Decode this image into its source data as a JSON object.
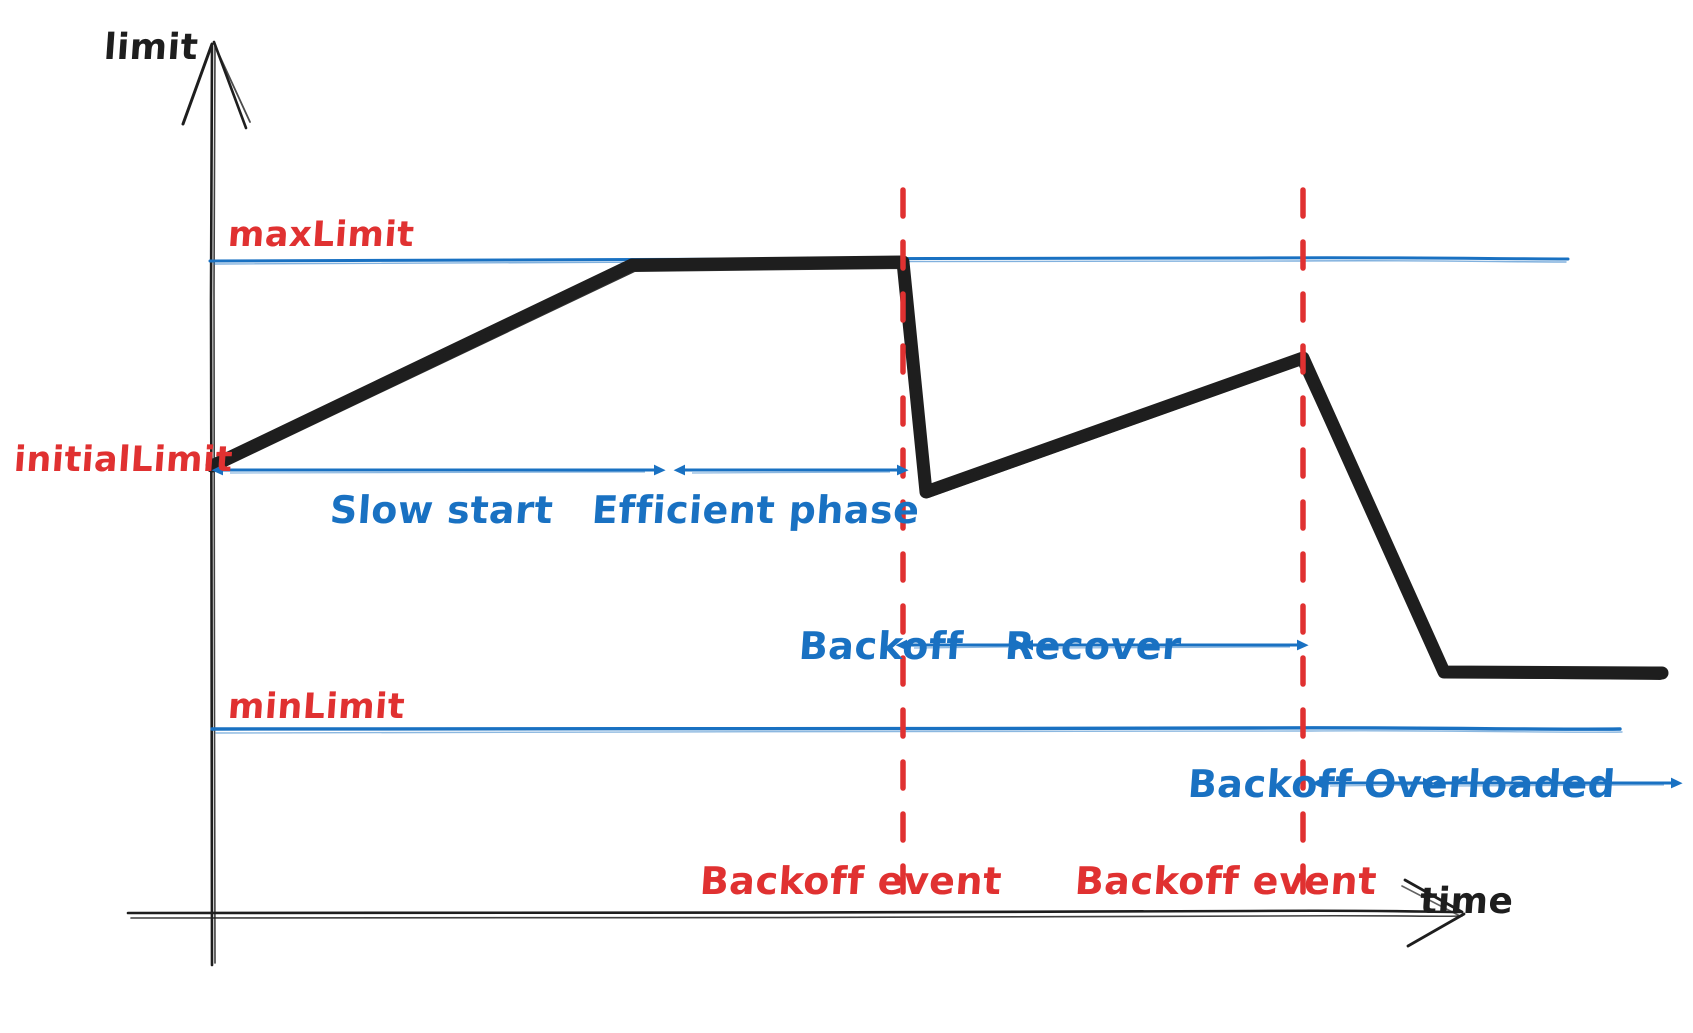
{
  "diagram": {
    "title": "Adaptive concurrency limit over time",
    "style": "hand-drawn",
    "background_color": "#ffffff",
    "colors": {
      "curve": "#1e1e1e",
      "axis": "#1e1e1e",
      "limit_line": "#1971c2",
      "annotation_arrow": "#1971c2",
      "annotation_text": "#1971c2",
      "event_marker": "#e03131",
      "event_text": "#e03131"
    }
  },
  "axes": {
    "y_axis_label": "limit",
    "x_axis_label": "time"
  },
  "reference_lines": [
    {
      "id": "max-limit",
      "label": "maxLimit",
      "color": "#1971c2",
      "label_color": "#e03131"
    },
    {
      "id": "min-limit",
      "label": "minLimit",
      "color": "#1971c2",
      "label_color": "#e03131"
    }
  ],
  "point_labels": [
    {
      "id": "initial-limit",
      "label": "initialLimit",
      "color": "#e03131"
    }
  ],
  "phase_annotations": [
    {
      "id": "slow-start",
      "label": "Slow start"
    },
    {
      "id": "efficient-phase",
      "label": "Efficient phase"
    },
    {
      "id": "backoff-1",
      "label": "Backoff"
    },
    {
      "id": "recover",
      "label": "Recover"
    },
    {
      "id": "backoff-2",
      "label": "Backoff"
    },
    {
      "id": "overloaded",
      "label": "Overloaded"
    }
  ],
  "event_markers": [
    {
      "id": "backoff-event-1",
      "label": "Backoff event"
    },
    {
      "id": "backoff-event-2",
      "label": "Backoff event"
    }
  ],
  "chart_data": {
    "type": "line",
    "title": "Adaptive concurrency limit over time",
    "xlabel": "time",
    "ylabel": "limit",
    "grid": false,
    "legend": null,
    "xlim": [
      0,
      100
    ],
    "ylim": [
      0,
      100
    ],
    "reference_lines": [
      {
        "name": "maxLimit",
        "y": 85,
        "color": "#1971c2"
      },
      {
        "name": "minLimit",
        "y": 20,
        "color": "#1971c2"
      }
    ],
    "series": [
      {
        "name": "limit",
        "color": "#1e1e1e",
        "x": [
          0,
          29,
          48,
          49.5,
          76,
          85.5,
          100
        ],
        "y": [
          48,
          85,
          85,
          49,
          66,
          20,
          20
        ]
      }
    ],
    "annotations": [
      {
        "text": "initialLimit",
        "x": 0,
        "y": 48,
        "color": "#e03131"
      },
      {
        "text": "Slow start",
        "x_start": 0,
        "x_end": 29,
        "y": 48,
        "color": "#1971c2"
      },
      {
        "text": "Efficient phase",
        "x_start": 31,
        "x_end": 48,
        "y": 48,
        "color": "#1971c2"
      },
      {
        "text": "Backoff",
        "x_start": 48,
        "x_end": 56,
        "y": 30,
        "color": "#1971c2"
      },
      {
        "text": "Recover",
        "x_start": 57,
        "x_end": 76,
        "y": 30,
        "color": "#1971c2"
      },
      {
        "text": "Backoff",
        "x_start": 76,
        "x_end": 84,
        "y": 14,
        "color": "#1971c2"
      },
      {
        "text": "Overloaded",
        "x_start": 85,
        "x_end": 100,
        "y": 14,
        "color": "#1971c2"
      },
      {
        "text": "Backoff event",
        "x": 48,
        "y": 0,
        "color": "#e03131",
        "marker": "dashed-vertical"
      },
      {
        "text": "Backoff event",
        "x": 76,
        "y": 0,
        "color": "#e03131",
        "marker": "dashed-vertical"
      }
    ]
  }
}
